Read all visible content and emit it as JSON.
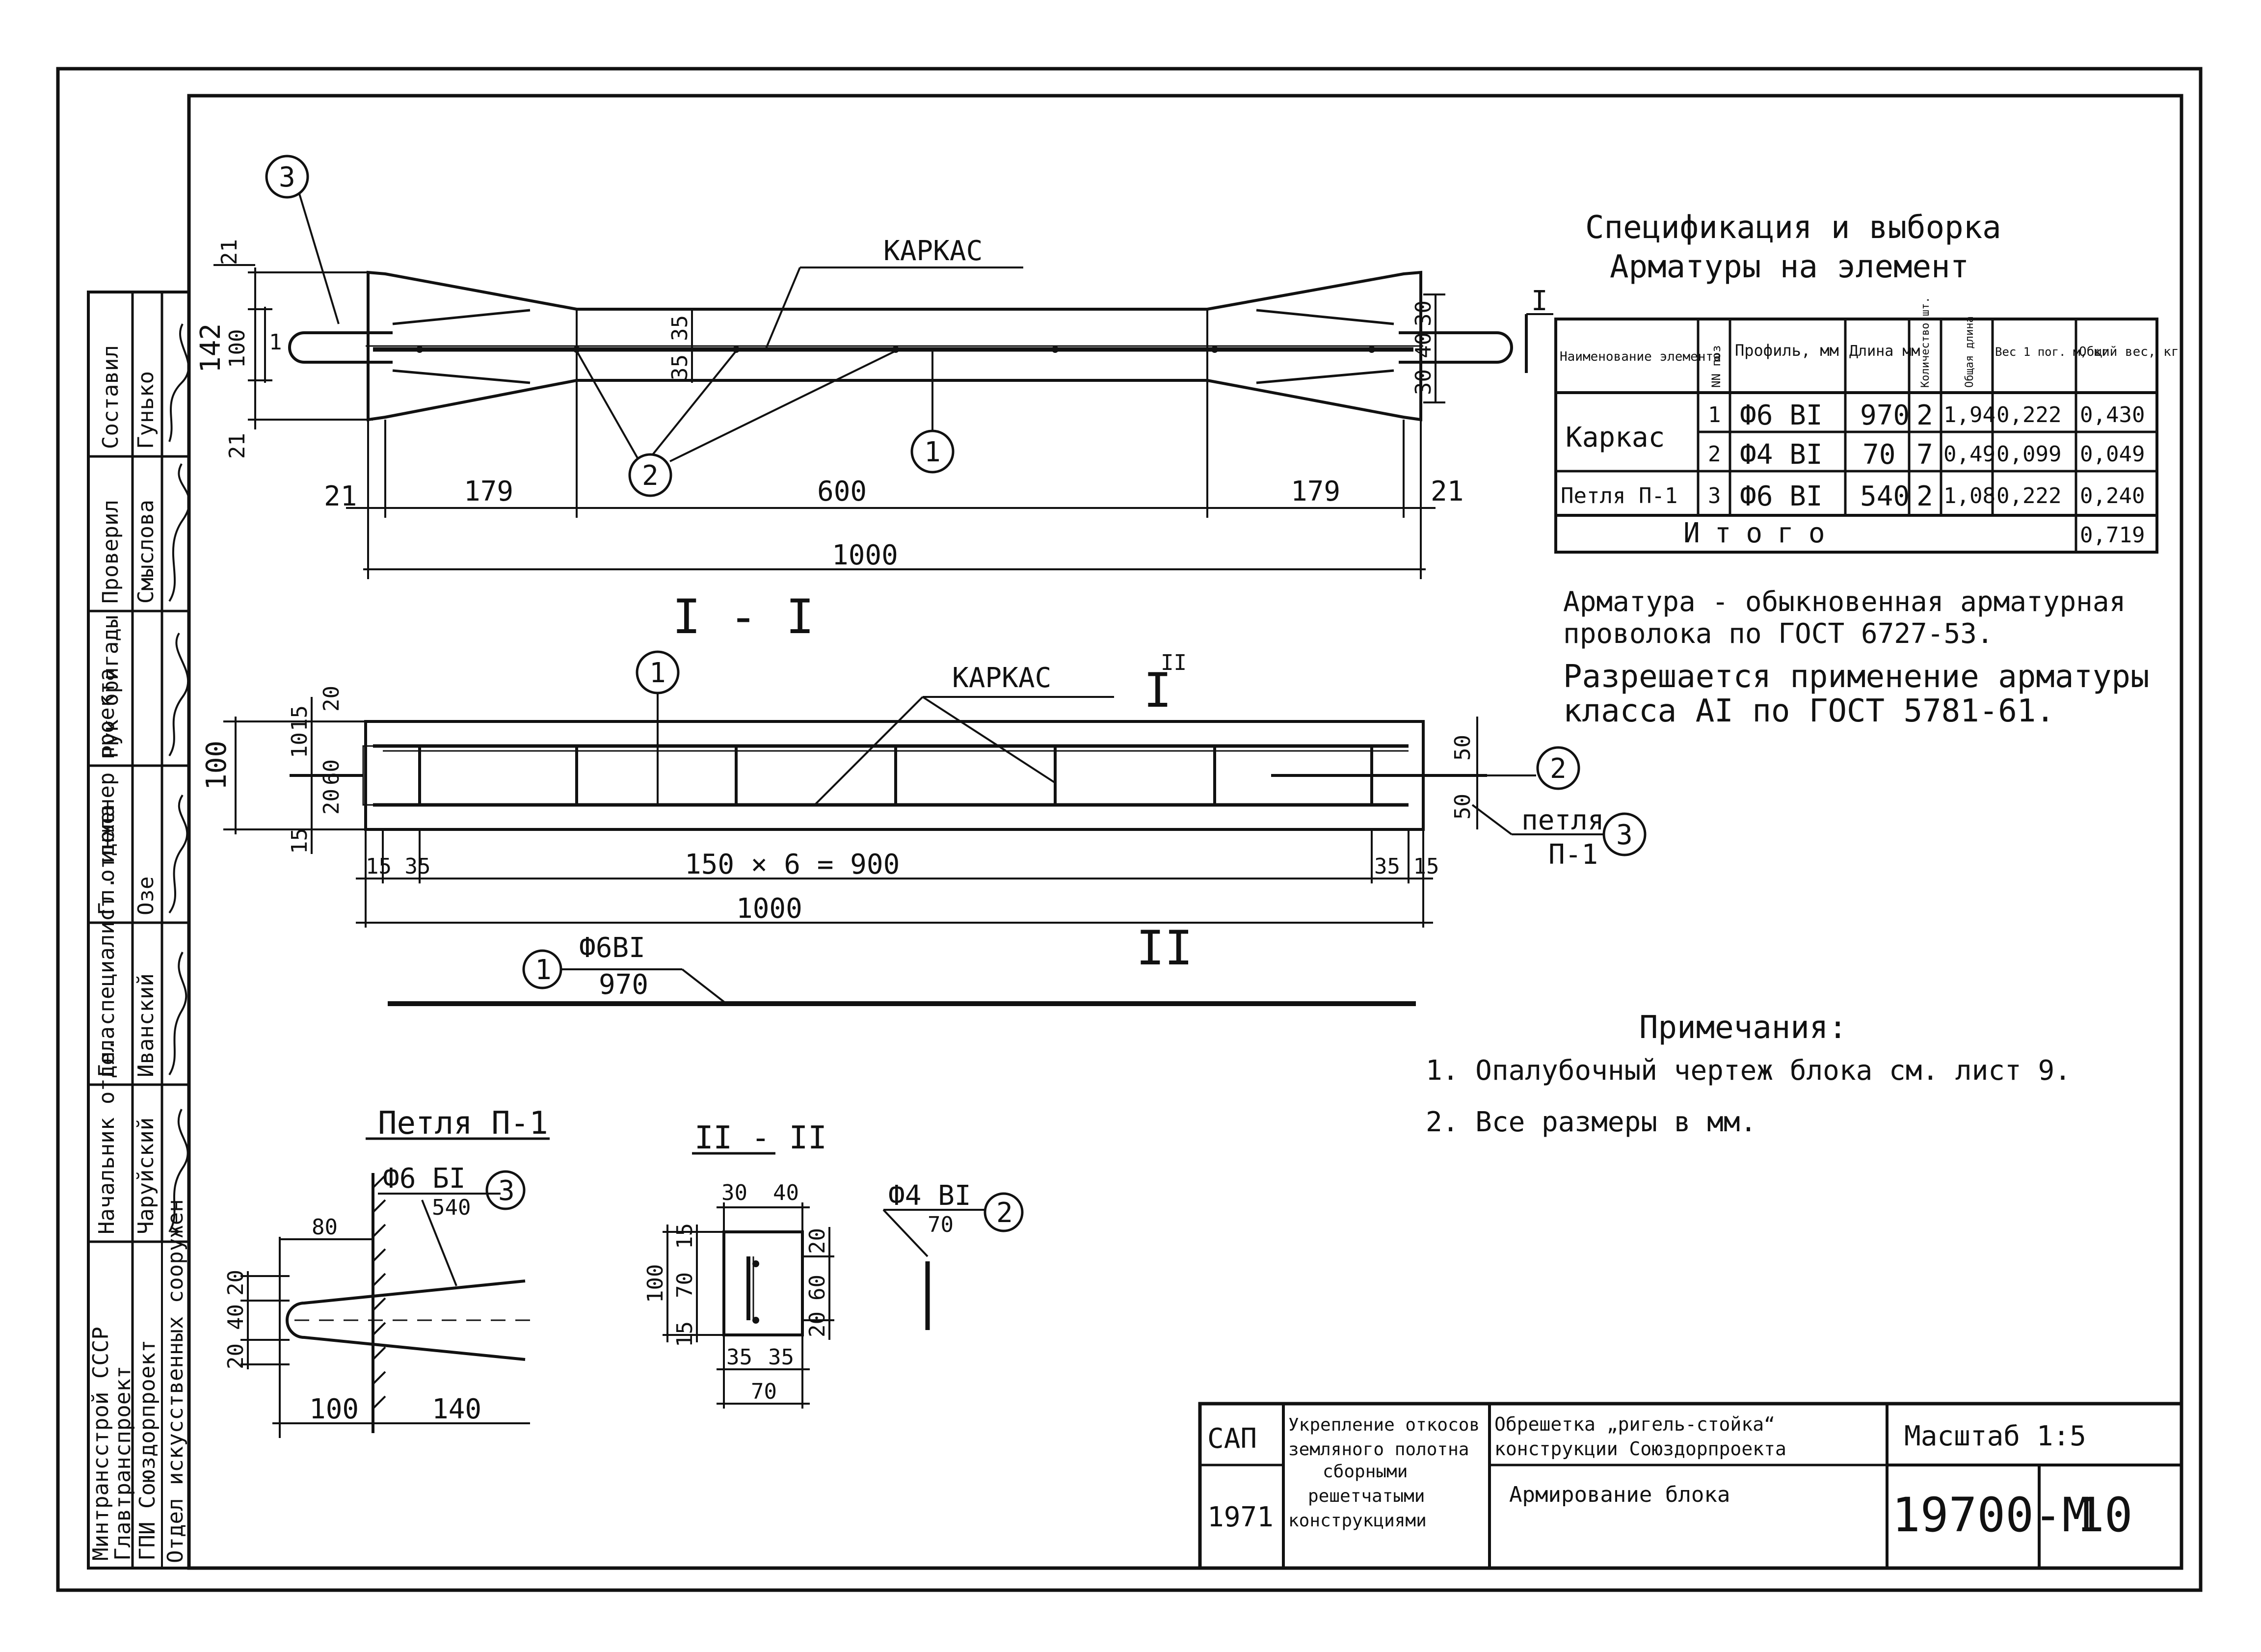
{
  "spec": {
    "title1": "Спецификация и выборка",
    "title2": "Арматуры на элемент",
    "headers": [
      "Наименование элемента",
      "NN поз",
      "Профиль, мм",
      "Длина мм",
      "Количество шт.",
      "Общая длина",
      "Вес 1 пог. м, кг",
      "Общий вес, кг"
    ],
    "rows": [
      {
        "name": "Каркас",
        "pos": "1",
        "profile": "Ф6 ВI",
        "length": "970",
        "qty": "2",
        "total_len": "1,94",
        "unit_w": "0,222",
        "total_w": "0,430"
      },
      {
        "name": "",
        "pos": "2",
        "profile": "Ф4 ВI",
        "length": "70",
        "qty": "7",
        "total_len": "0,49",
        "unit_w": "0,099",
        "total_w": "0,049"
      },
      {
        "name": "Петля П-1",
        "pos": "3",
        "profile": "Ф6 ВI",
        "length": "540",
        "qty": "2",
        "total_len": "1,08",
        "unit_w": "0,222",
        "total_w": "0,240"
      }
    ],
    "total_label": "Итого",
    "total_value": "0,719"
  },
  "armatura_note": {
    "l1": "Арматура - обыкновенная арматурная",
    "l2": "проволока по ГОСТ 6727-53.",
    "l3": "Разрешается применение арматуры",
    "l4": "класса АI по ГОСТ 5781-61."
  },
  "notes": {
    "title": "Примечания:",
    "n1": "1. Опалубочный чертеж блока см. лист 9.",
    "n2": "2. Все размеры в мм."
  },
  "plan": {
    "karkas": "КАРКАС",
    "d21a": "21",
    "d142": "142",
    "d100": "100",
    "d21b": "21",
    "d35a": "35",
    "d35b": "35",
    "d30a": "30",
    "d40": "40",
    "d30b": "30",
    "bot21a": "21",
    "bot179a": "179",
    "bot600": "600",
    "bot179b": "179",
    "bot21b": "21",
    "total": "1000",
    "c1": "1",
    "c2": "2",
    "c3": "3",
    "sec_mark": "I"
  },
  "section1": {
    "title": "I - I",
    "karkas": "КАРКАС",
    "mark": "I",
    "mark_sup": "II",
    "d100": "100",
    "d20": "20",
    "d15a": "15",
    "d10": "10",
    "d60": "60",
    "d20b": "20",
    "d15b": "15",
    "d50a": "50",
    "d50b": "50",
    "d1535a": "15 35",
    "dmid": "150 × 6 = 900",
    "d3515": "35 15",
    "total": "1000",
    "petlya": "петля",
    "p1": "П-1",
    "c1": "1",
    "c2": "2",
    "c3": "3",
    "mark2": "II"
  },
  "bar1": {
    "circle": "1",
    "label": "Ф6ВI",
    "length": "970"
  },
  "loop": {
    "title": "Петля П-1",
    "label": "Ф6 БI",
    "length": "540",
    "circle": "3",
    "d80": "80",
    "d20": "20",
    "d40": "40",
    "d20b": "20",
    "d100": "100",
    "d140": "140"
  },
  "section2": {
    "title": "II - II",
    "d30": "30",
    "d40": "40",
    "d15a": "15",
    "d100": "100",
    "d70v": "70",
    "d15b": "15",
    "d20a": "20",
    "d60": "60",
    "d20b": "20",
    "d35a": "35",
    "d35b": "35",
    "d70": "70"
  },
  "bar2": {
    "label": "Ф4 ВI",
    "length": "70",
    "circle": "2"
  },
  "stamp": {
    "org": "САП",
    "year": "1971",
    "desc1": "Укрепление откосов",
    "desc2": "земляного полотна",
    "desc3": "сборными",
    "desc4": "решетчатыми",
    "desc5": "конструкциями",
    "proj1": "Обрешетка „ригель-стойка“",
    "proj2": "конструкции Союздорпроекта",
    "sheet_title": "Армирование блока",
    "scale": "Масштаб 1:5",
    "code": "19700-М",
    "sheet_no": "10"
  },
  "sidebar": {
    "role1": "Составил",
    "name1": "Гунько",
    "role2": "Проверил",
    "name2": "Смыслова",
    "role3": "Рук бригады",
    "name3": "",
    "role4": "Гл. инженер проекта",
    "name4": "Озе",
    "role5": "Гл. специалист отдела",
    "name5": "Иванский",
    "role6": "Начальник отдела",
    "name6": "Чаруйский",
    "org1": "Минтрансстрой СССР",
    "org2": "Главтранспроект",
    "org3": "ГПИ Союздорпроект",
    "org4": "Отдел искусственных сооружен"
  }
}
